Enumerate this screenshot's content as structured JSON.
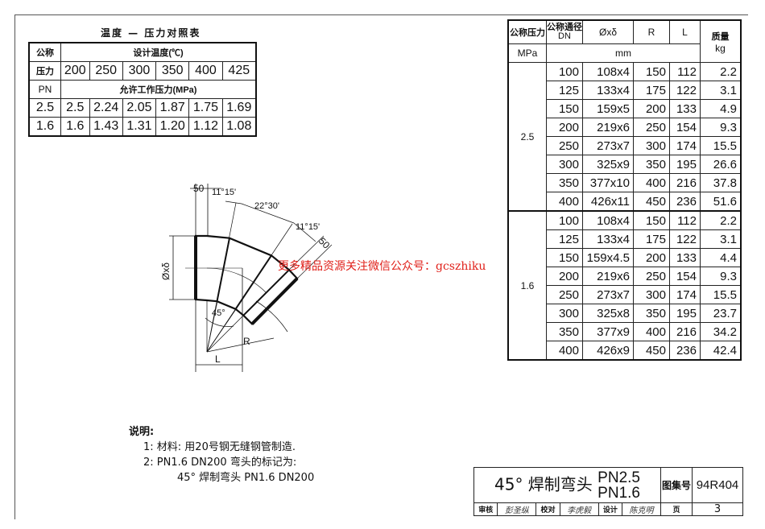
{
  "temp_pressure_table": {
    "title": "温度 — 压力对照表",
    "pn_header": [
      "公称",
      "压力",
      "PN"
    ],
    "design_temp_label": "设计温度(℃)",
    "temperatures": [
      "200",
      "250",
      "300",
      "350",
      "400",
      "425"
    ],
    "allowable_label": "允许工作压力(MPa)",
    "rows": [
      {
        "pn": "2.5",
        "values": [
          "2.5",
          "2.24",
          "2.05",
          "1.87",
          "1.75",
          "1.69"
        ]
      },
      {
        "pn": "1.6",
        "values": [
          "1.6",
          "1.43",
          "1.31",
          "1.20",
          "1.12",
          "1.08"
        ]
      }
    ]
  },
  "spec_table": {
    "headers": {
      "pn": "公称压力",
      "pn_unit": "MPa",
      "dn": "公称通径",
      "dn_sub": "DN",
      "od": "Øxδ",
      "r": "R",
      "l": "L",
      "mass": "质量",
      "mass_unit": "kg",
      "mm": "mm"
    },
    "groups": [
      {
        "pn": "2.5",
        "rows": [
          [
            "100",
            "108x4",
            "150",
            "112",
            "2.2"
          ],
          [
            "125",
            "133x4",
            "175",
            "122",
            "3.1"
          ],
          [
            "150",
            "159x5",
            "200",
            "133",
            "4.9"
          ],
          [
            "200",
            "219x6",
            "250",
            "154",
            "9.3"
          ],
          [
            "250",
            "273x7",
            "300",
            "174",
            "15.5"
          ],
          [
            "300",
            "325x9",
            "350",
            "195",
            "26.6"
          ],
          [
            "350",
            "377x10",
            "400",
            "216",
            "37.8"
          ],
          [
            "400",
            "426x11",
            "450",
            "236",
            "51.6"
          ]
        ]
      },
      {
        "pn": "1.6",
        "rows": [
          [
            "100",
            "108x4",
            "150",
            "112",
            "2.2"
          ],
          [
            "125",
            "133x4",
            "175",
            "122",
            "3.1"
          ],
          [
            "150",
            "159x4.5",
            "200",
            "133",
            "4.4"
          ],
          [
            "200",
            "219x6",
            "250",
            "154",
            "9.3"
          ],
          [
            "250",
            "273x7",
            "300",
            "174",
            "15.5"
          ],
          [
            "300",
            "325x8",
            "350",
            "195",
            "23.7"
          ],
          [
            "350",
            "377x9",
            "400",
            "216",
            "34.2"
          ],
          [
            "400",
            "426x9",
            "450",
            "236",
            "42.4"
          ]
        ]
      }
    ]
  },
  "drawing": {
    "dim_50_top": "50",
    "angle_1": "11°15'",
    "angle_2": "22°30'",
    "angle_3": "11°15'",
    "dim_50_end": "50",
    "diameter": "Øxδ",
    "angle_45": "45°",
    "radius": "R",
    "length": "L"
  },
  "watermark": "更多精品资源关注微信公众号：gcszhiku",
  "notes": {
    "heading": "说明:",
    "items": [
      "1: 材料: 用20号钢无缝钢管制造.",
      "2: PN1.6  DN200 弯头的标记为:",
      "45° 焊制弯头  PN1.6  DN200"
    ]
  },
  "title_block": {
    "title": "45° 焊制弯头",
    "pn_1": "PN2.5",
    "pn_2": "PN1.6",
    "atlas_label": "图集号",
    "atlas_no": "94R404",
    "review_label": "审核",
    "review_sign": "彭圣纵",
    "check_label": "校对",
    "check_sign": "李虎毅",
    "design_label": "设计",
    "design_sign": "陈克明",
    "page_label": "页",
    "page_no": "3"
  }
}
